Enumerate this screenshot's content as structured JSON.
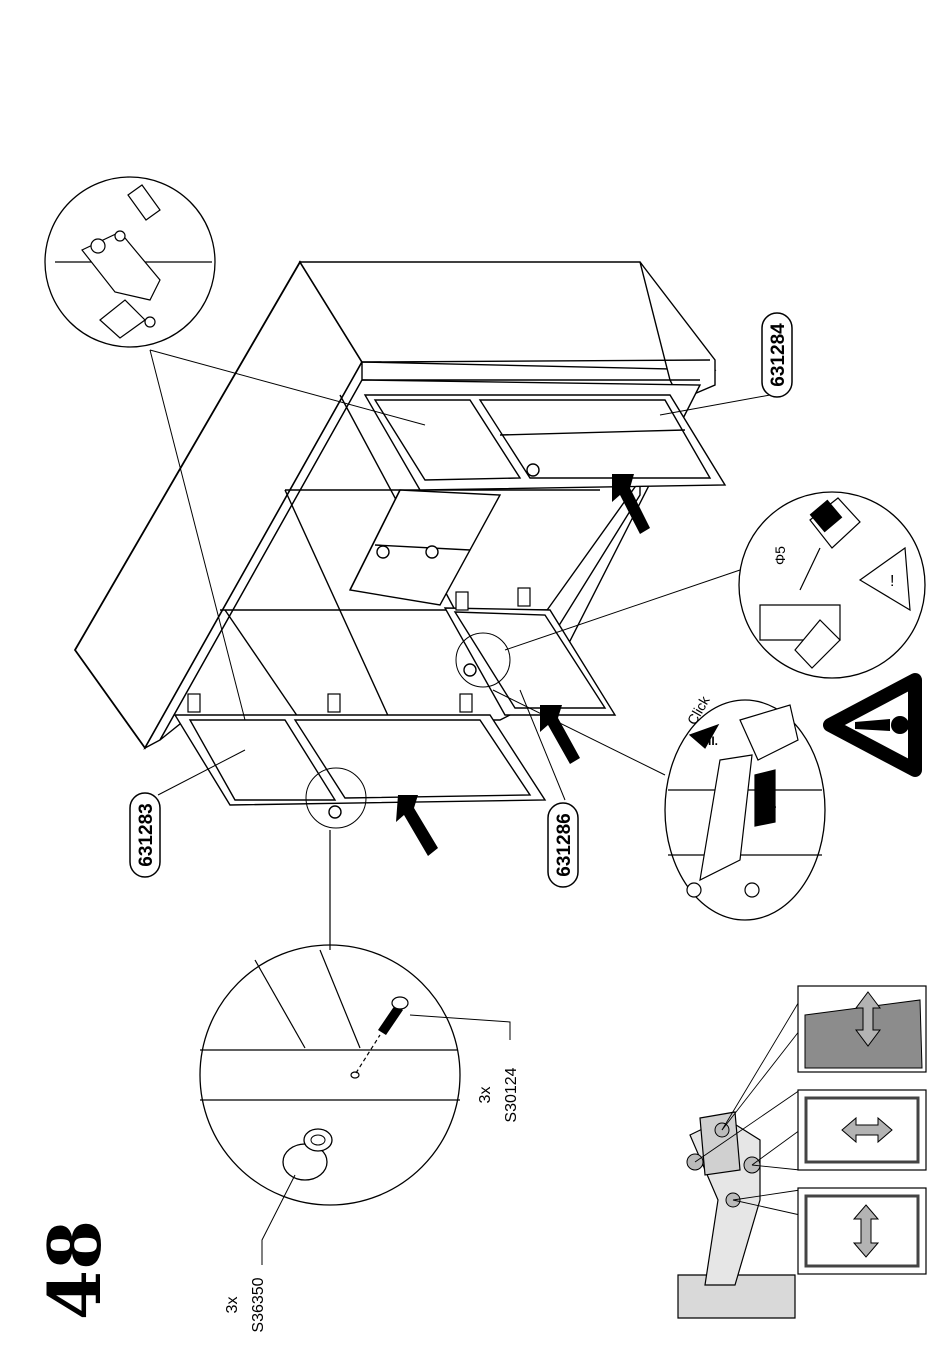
{
  "page": {
    "step_number": "48"
  },
  "parts": {
    "panel_left": "631283",
    "panel_right": "631284",
    "panel_bottom": "631286"
  },
  "hardware": {
    "screw": {
      "qty": "3x",
      "code": "S30124"
    },
    "knob": {
      "qty": "3x",
      "code": "S36350"
    }
  },
  "labels": {
    "click": "Click",
    "step_one": "I.",
    "step_two": "II.",
    "drill": "Φ5"
  },
  "icons": [
    "warning-triangle-icon",
    "arrow-icon",
    "hinge-icon",
    "drill-icon",
    "screw-icon",
    "knob-icon",
    "vertical-adjust-icon",
    "horizontal-adjust-icon",
    "depth-adjust-icon"
  ],
  "colors": {
    "ink": "#000000",
    "panel_gray": "#8c8c8c",
    "light_gray": "#d9d9d9"
  }
}
